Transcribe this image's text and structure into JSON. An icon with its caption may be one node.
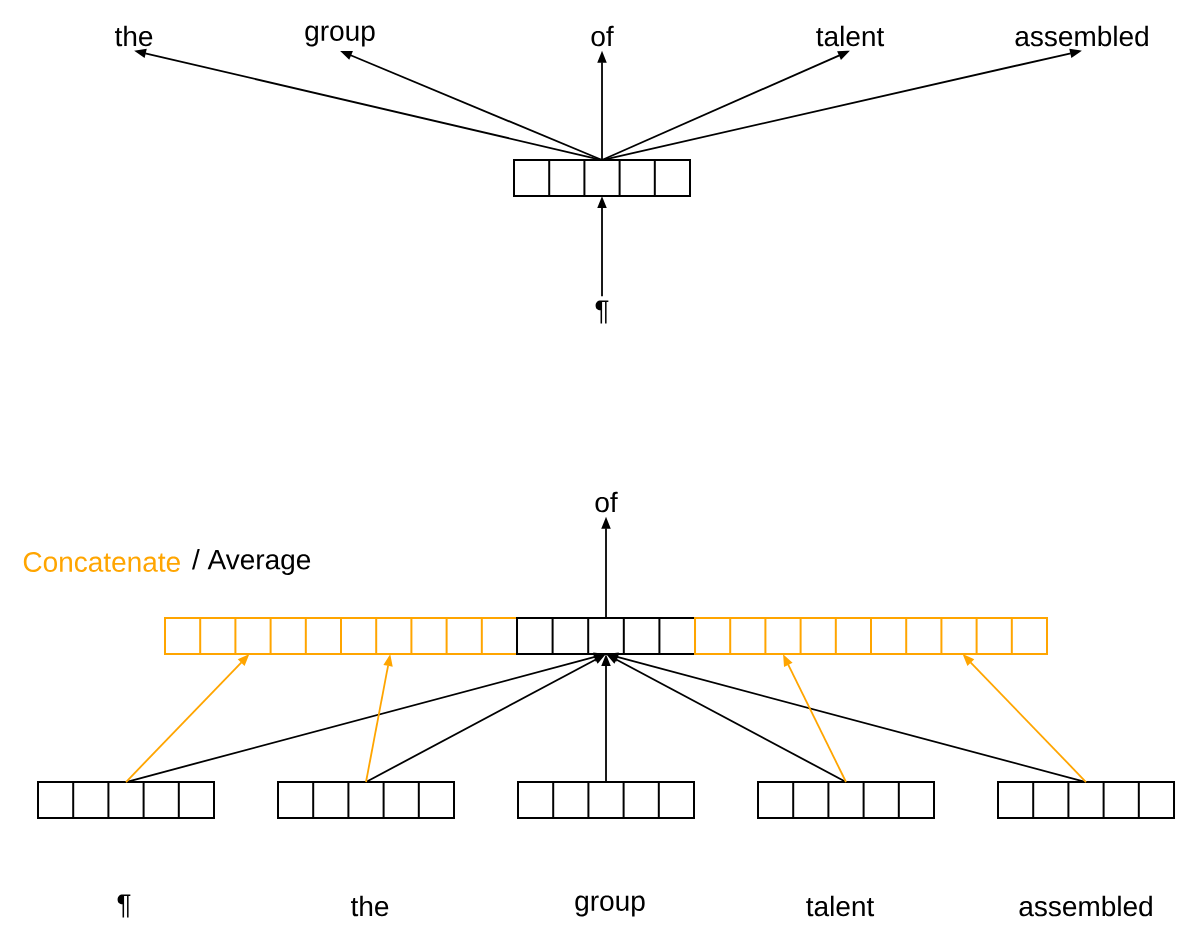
{
  "diagram": {
    "nodes": [
      {
        "text": [
          "the"
        ]
      },
      {
        "text": [
          "group"
        ]
      },
      {
        "text": [
          "of"
        ]
      },
      {
        "text": [
          "talent"
        ]
      },
      {
        "text": [
          "assembled"
        ]
      },
      {
        "text": [],
        "shape": "box"
      },
      {
        "text": [
          "¶"
        ]
      },
      {
        "text": [
          "of"
        ]
      },
      {
        "text": [],
        "shape": "box"
      },
      {
        "text": [],
        "shape": "box"
      },
      {
        "text": [],
        "shape": "box"
      },
      {
        "text": [],
        "shape": "box"
      },
      {
        "text": [],
        "shape": "box"
      },
      {
        "text": [],
        "shape": "box"
      },
      {
        "text": [],
        "shape": "box"
      },
      {
        "text": [],
        "shape": "box"
      }
    ],
    "edges": [
      {
        "from": 5,
        "to": 0,
        "arrow": "to"
      },
      {
        "from": 5,
        "to": 1,
        "arrow": "to"
      },
      {
        "from": 5,
        "to": 2,
        "arrow": "to"
      },
      {
        "from": 5,
        "to": 3,
        "arrow": "to"
      },
      {
        "from": 5,
        "to": 4,
        "arrow": "to"
      },
      {
        "from": 6,
        "to": 5,
        "arrow": "to"
      },
      {
        "from": 9,
        "to": 7,
        "arrow": "to"
      },
      {
        "from": 11,
        "to": 9,
        "arrow": "to"
      },
      {
        "from": 12,
        "to": 9,
        "arrow": "to"
      },
      {
        "from": 13,
        "to": 9,
        "arrow": "to"
      },
      {
        "from": 14,
        "to": 9,
        "arrow": "to"
      },
      {
        "from": 15,
        "to": 9,
        "arrow": "to"
      },
      {
        "from": 11,
        "to": 8,
        "arrow": "to",
        "color": "#ffa500"
      },
      {
        "from": 12,
        "to": 8,
        "arrow": "to",
        "color": "#ffa500"
      },
      {
        "from": 14,
        "to": 10,
        "arrow": "to",
        "color": "#ffa500"
      },
      {
        "from": 15,
        "to": 10,
        "arrow": "to",
        "color": "#ffa500"
      }
    ],
    "labels": [
      "Concatenate",
      "/ Average",
      "¶",
      "the",
      "group",
      "talent",
      "assembled"
    ]
  }
}
